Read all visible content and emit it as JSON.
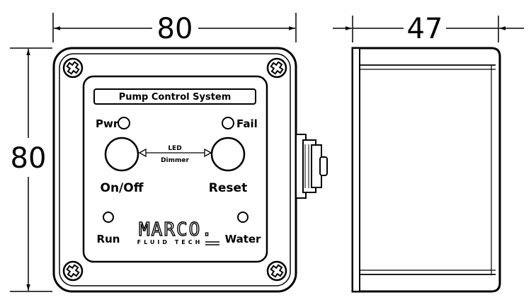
{
  "dimensions": {
    "width": "80",
    "height": "80",
    "depth": "47"
  },
  "panel": {
    "title": "Pump Control System",
    "power_label": "Pwr",
    "fail_label": "Fail",
    "led_label_line1": "LED",
    "led_label_line2": "Dimmer",
    "onoff_label": "On/Off",
    "reset_label": "Reset",
    "run_label": "Run",
    "water_label": "Water",
    "brand_name": "MARCO.",
    "brand_sub": "FLUID TECH"
  },
  "icons": {
    "screws": "screw-icon",
    "arrows": "dimension-arrow-icon"
  }
}
